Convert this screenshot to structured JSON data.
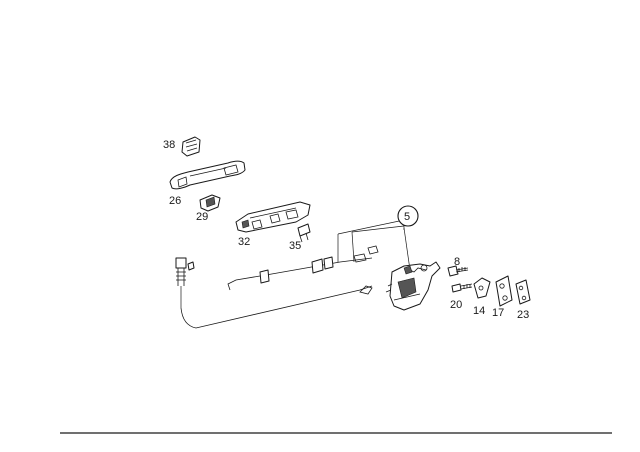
{
  "diagram": {
    "callouts": {
      "p38": "38",
      "p26": "26",
      "p29": "29",
      "p32": "32",
      "p35": "35",
      "p5": "5",
      "p8": "8",
      "p20": "20",
      "p14": "14",
      "p17": "17",
      "p23": "23"
    }
  }
}
